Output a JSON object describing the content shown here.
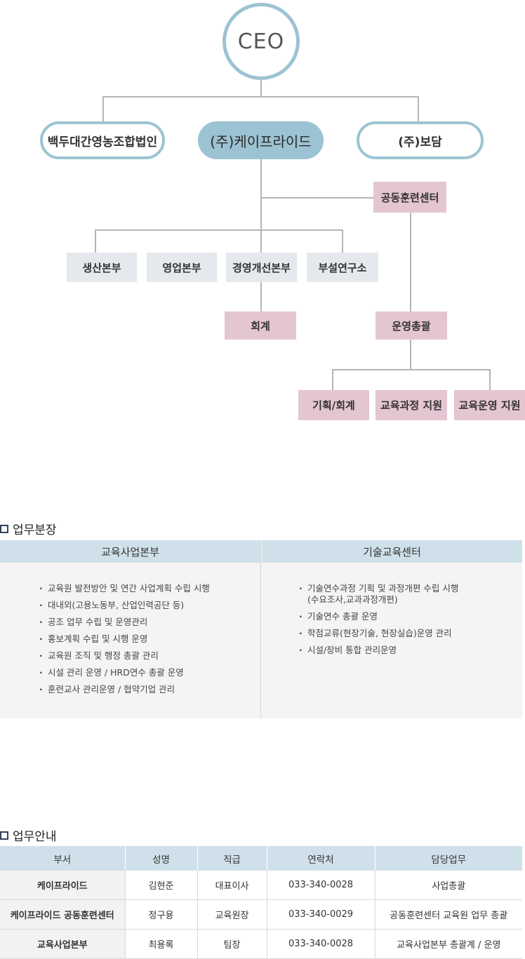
{
  "org": {
    "ceo": "CEO",
    "affiliates": [
      "백두대간영농조합법인",
      "(주)케이프라이드",
      "(주)보담"
    ],
    "training_center": "공동훈련센터",
    "divisions": [
      "생산본부",
      "영업본부",
      "경영개선본부",
      "부설연구소"
    ],
    "accounting": "회계",
    "operations": "운영총괄",
    "teams": [
      "기획/회계",
      "교육과정 지원",
      "교육운영 지원"
    ]
  },
  "duties": {
    "title": "업무분장",
    "left": {
      "header": "교육사업본부",
      "items": [
        "교육원 발전방안 및 연간 사업계획 수립 시행",
        "대내외(고용노동부, 산업인력공단 등)",
        "공조 업무 수립 및 운영관리",
        "홍보계획 수립 및 시행 운영",
        "교육원 조직 및 행정 총괄 관리",
        "시설 관리 운영 / HRD연수 총괄 운영",
        "훈련교사 관리운영 / 협약기업 관리"
      ]
    },
    "right": {
      "header": "기술교육센터",
      "item1": "기술연수과정 기획 및 과정개편 수립 시행",
      "item1_sub": "(수요조사,교과과정개편)",
      "items": [
        "기술연수 총괄 운영",
        "학점교류(현장기술, 현장실습)운영 관리",
        "시설/장비 통합 관리운영"
      ]
    }
  },
  "contacts": {
    "title": "업무안내",
    "headers": [
      "부서",
      "성명",
      "직급",
      "연락처",
      "담당업무"
    ],
    "rows": [
      [
        "케이프라이드",
        "김현준",
        "대표이사",
        "033-340-0028",
        "사업총괄"
      ],
      [
        "케이프라이드 공동훈련센터",
        "정구용",
        "교육원장",
        "033-340-0029",
        "공동훈련센터 교육원 업무 총괄"
      ],
      [
        "교육사업본부",
        "최용록",
        "팀장",
        "033-340-0028",
        "교육사업본부 총괄계 / 운영"
      ]
    ]
  }
}
